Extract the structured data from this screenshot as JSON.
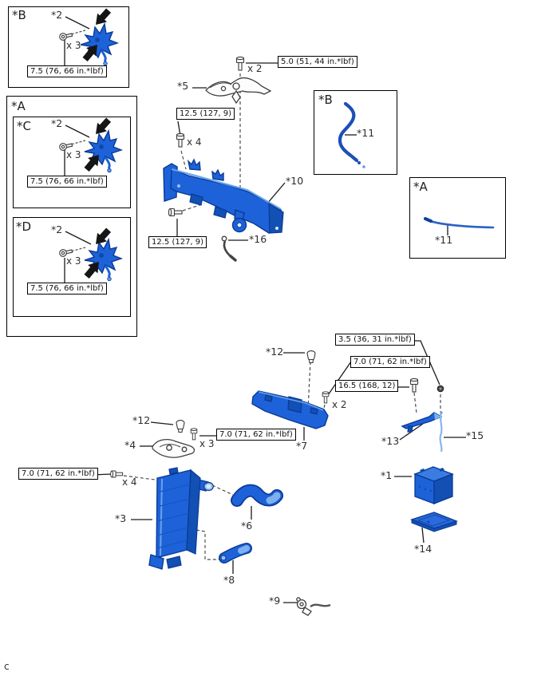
{
  "footer": {
    "page_marker": "c"
  },
  "insets": {
    "b": {
      "label": "*B"
    },
    "a": {
      "label": "*A"
    },
    "c": {
      "label": "*C"
    },
    "d": {
      "label": "*D"
    },
    "hose_b": {
      "label": "*B"
    },
    "hose_a": {
      "label": "*A"
    }
  },
  "parts": {
    "p1": "*1",
    "p2": "*2",
    "p3": "*3",
    "p4": "*4",
    "p5": "*5",
    "p6": "*6",
    "p7": "*7",
    "p8": "*8",
    "p9": "*9",
    "p10": "*10",
    "p11": "*11",
    "p12": "*12",
    "p13": "*13",
    "p14": "*14",
    "p15": "*15",
    "p16": "*16"
  },
  "qty": {
    "x2": "x 2",
    "x3": "x 3",
    "x4": "x 4"
  },
  "torques": {
    "t7_5": "7.5 (76, 66 in.*lbf)",
    "t5_0": "5.0 (51, 44 in.*lbf)",
    "t12_5": "12.5 (127, 9)",
    "t3_5": "3.5 (36, 31 in.*lbf)",
    "t7_0": "7.0 (71, 62 in.*lbf)",
    "t16_5": "16.5 (168, 12)"
  },
  "icons": {
    "bolt-icon": "hex flange bolt",
    "screw-icon": "round-head screw",
    "nut-icon": "hex nut",
    "clip-icon": "retainer clip",
    "arrow-icon": "solid black pointer arrow"
  },
  "colors": {
    "part_blue": "#1d62d8",
    "part_blue_dark": "#0a3a96",
    "part_blue_deep": "#1250b4",
    "part_blue_light": "#66a3ec",
    "wire_light_blue": "#8ab5ea",
    "outline_gray": "#3f3f3f",
    "line_black": "#1a1a1a"
  }
}
